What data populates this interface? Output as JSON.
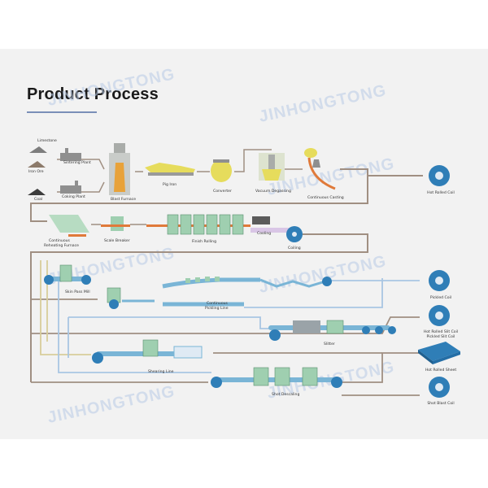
{
  "title": "Product Process",
  "watermark": "JINHONGTONG",
  "colors": {
    "panel": "#f2f2f2",
    "flow_brown": "#a08f82",
    "flow_blue": "#a9c6e3",
    "flow_gold": "#d8cd9a",
    "equipment_green": "#9fcfb0",
    "equipment_yellow": "#e6dc5c",
    "equipment_blue": "#7ab5d6",
    "coil": "#2f7eb7"
  },
  "labels": {
    "limestone": "Limestone",
    "sintering_plant": "Sintering Plant",
    "iron_ore": "Iron Ore",
    "coal": "Coal",
    "coking_plant": "Coking Plant",
    "blast_furnace": "Blast Furnace",
    "pig_iron": "Pig Iron",
    "converter": "Converter",
    "vacuum_degassing": "Vacuum Degassing",
    "continuous_casting": "Continuous Casting",
    "continuous_reheating_furnace_1": "Continuous",
    "continuous_reheating_furnace_2": "Reheating Furnace",
    "scale_breaker": "Scale Breaker",
    "finish_rolling": "Finish Rolling",
    "cooling": "Cooling",
    "coiling": "Coiling",
    "skin_pass_mill": "Skin Pass Mill",
    "continuous_pickling_line_1": "Continuous",
    "continuous_pickling_line_2": "Pickling Line",
    "slitter": "Slitter",
    "shearing_line": "Shearing Line",
    "shot_descaling": "Shot Descaling"
  },
  "products": {
    "hot_rolled_coil": "Hot Rolled Coil",
    "pickled_coil": "Pickled Coil",
    "slit_coil_1": "Hot Rolled Slit Coil",
    "slit_coil_2": "Pickled Slit Coil",
    "hot_rolled_sheet": "Hot Rolled Sheet",
    "shot_blast_coil": "Shot Blast Coil"
  }
}
